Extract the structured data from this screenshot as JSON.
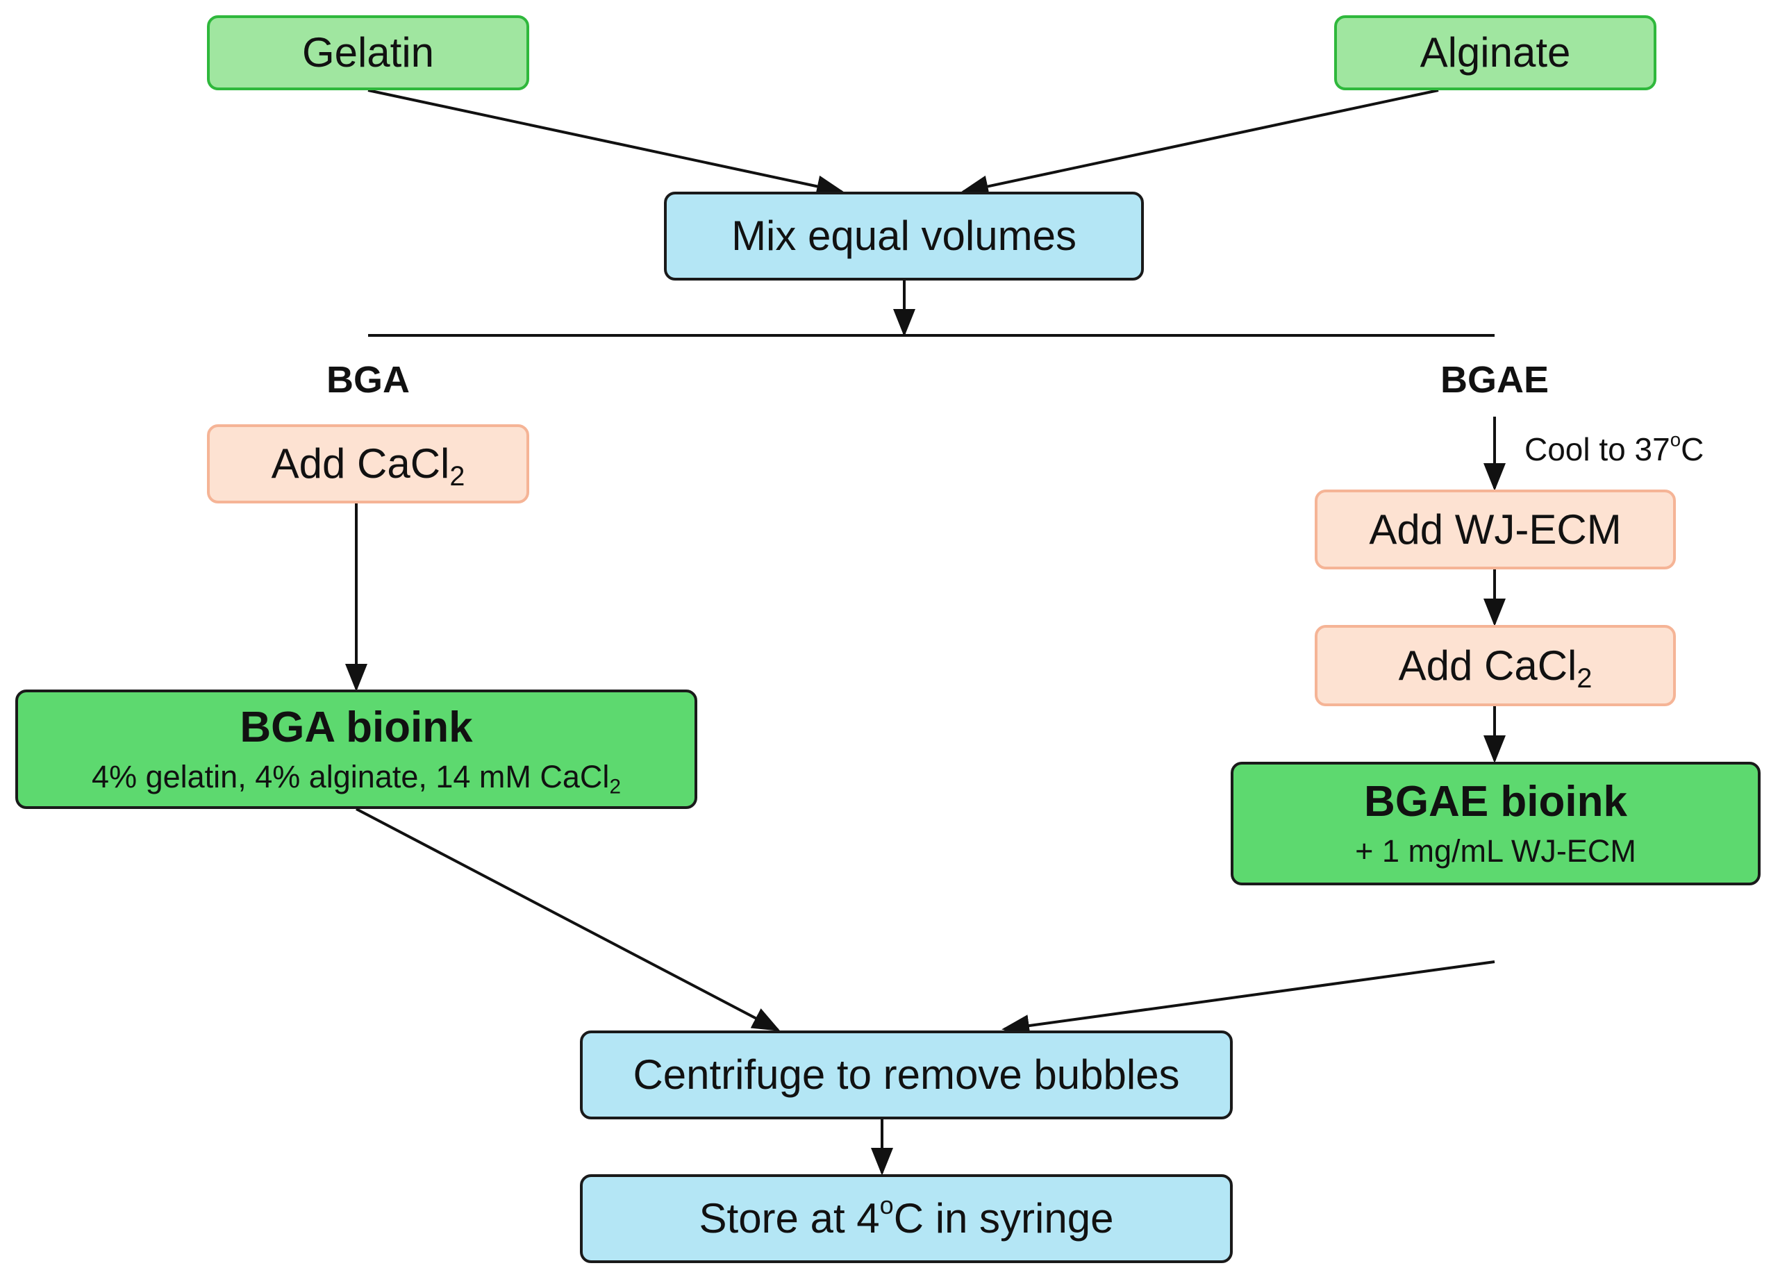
{
  "nodes": {
    "gelatin": "Gelatin",
    "alginate": "Alginate",
    "mix": "Mix equal volumes",
    "bga_add_cacl": {
      "main": "Add CaCl",
      "sub": "2"
    },
    "bgae_add_wj": "Add WJ-ECM",
    "bgae_add_cacl": {
      "main": "Add CaCl",
      "sub": "2"
    },
    "bga_bioink": {
      "title": "BGA bioink",
      "detail": {
        "main": "4% gelatin, 4% alginate, 14 mM CaCl",
        "sub": "2"
      }
    },
    "bgae_bioink": {
      "title": "BGAE bioink",
      "detail": "+ 1 mg/mL WJ-ECM"
    },
    "centrifuge": "Centrifuge to remove bubbles",
    "store": {
      "pre": "Store at 4",
      "sup": "o",
      "post": "C in syringe"
    }
  },
  "branch_labels": {
    "left": "BGA",
    "right": "BGAE"
  },
  "annotations": {
    "cool": {
      "pre": "Cool to 37",
      "sup": "o",
      "post": "C"
    }
  },
  "colors": {
    "green_light": "#a0e6a0",
    "green_dark": "#5dd96f",
    "blue": "#b4e6f5",
    "peach": "#fde2d2",
    "line": "#111111"
  }
}
